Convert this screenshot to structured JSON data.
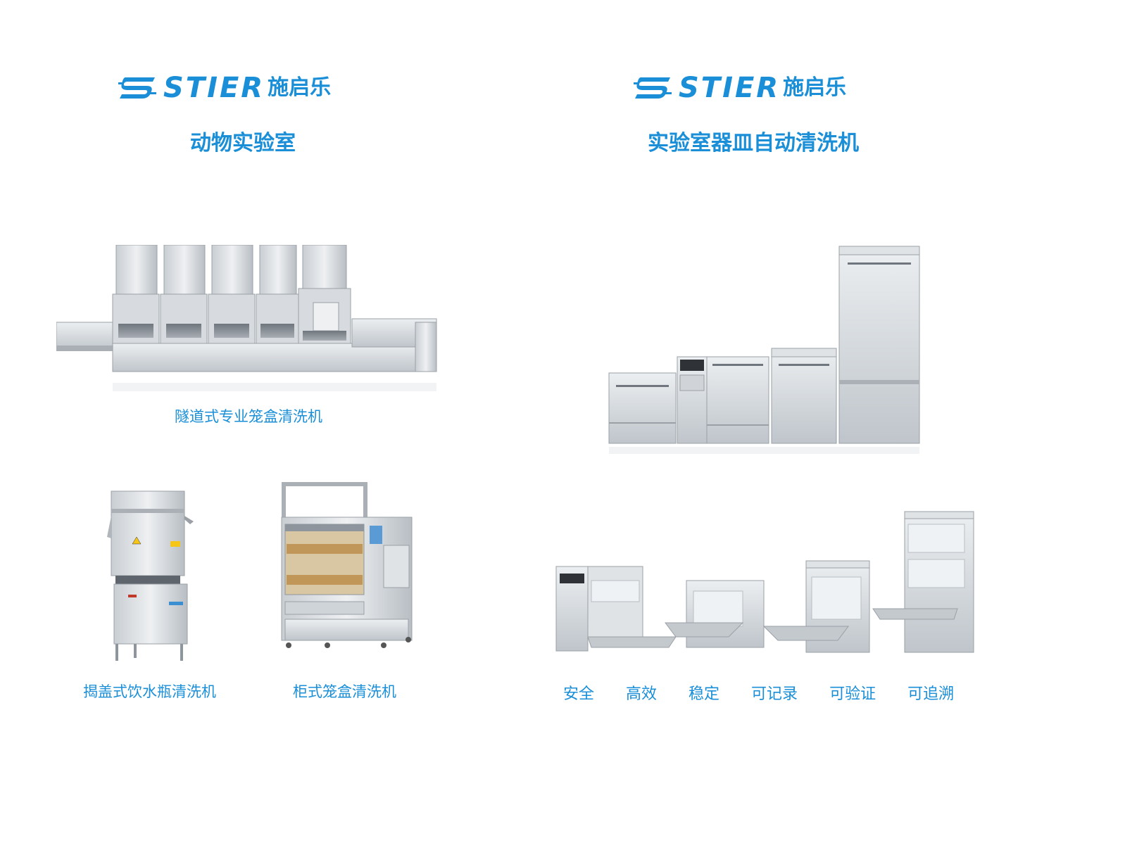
{
  "brand": {
    "latin": "STIER",
    "chinese": "施启乐"
  },
  "left": {
    "title": "动物实验室",
    "captions": {
      "tunnel": "隧道式专业笼盒清洗机",
      "hood": "揭盖式饮水瓶清洗机",
      "cabinet": "柜式笼盒清洗机"
    }
  },
  "right": {
    "title": "实验室器皿自动清洗机",
    "features": [
      "安全",
      "高效",
      "稳定",
      "可记录",
      "可验证",
      "可追溯"
    ]
  },
  "colors": {
    "brand_blue": "#1a8fd8",
    "steel_light": "#e4e7ea",
    "steel_mid": "#c4c9ce",
    "steel_dark": "#8e959c"
  }
}
